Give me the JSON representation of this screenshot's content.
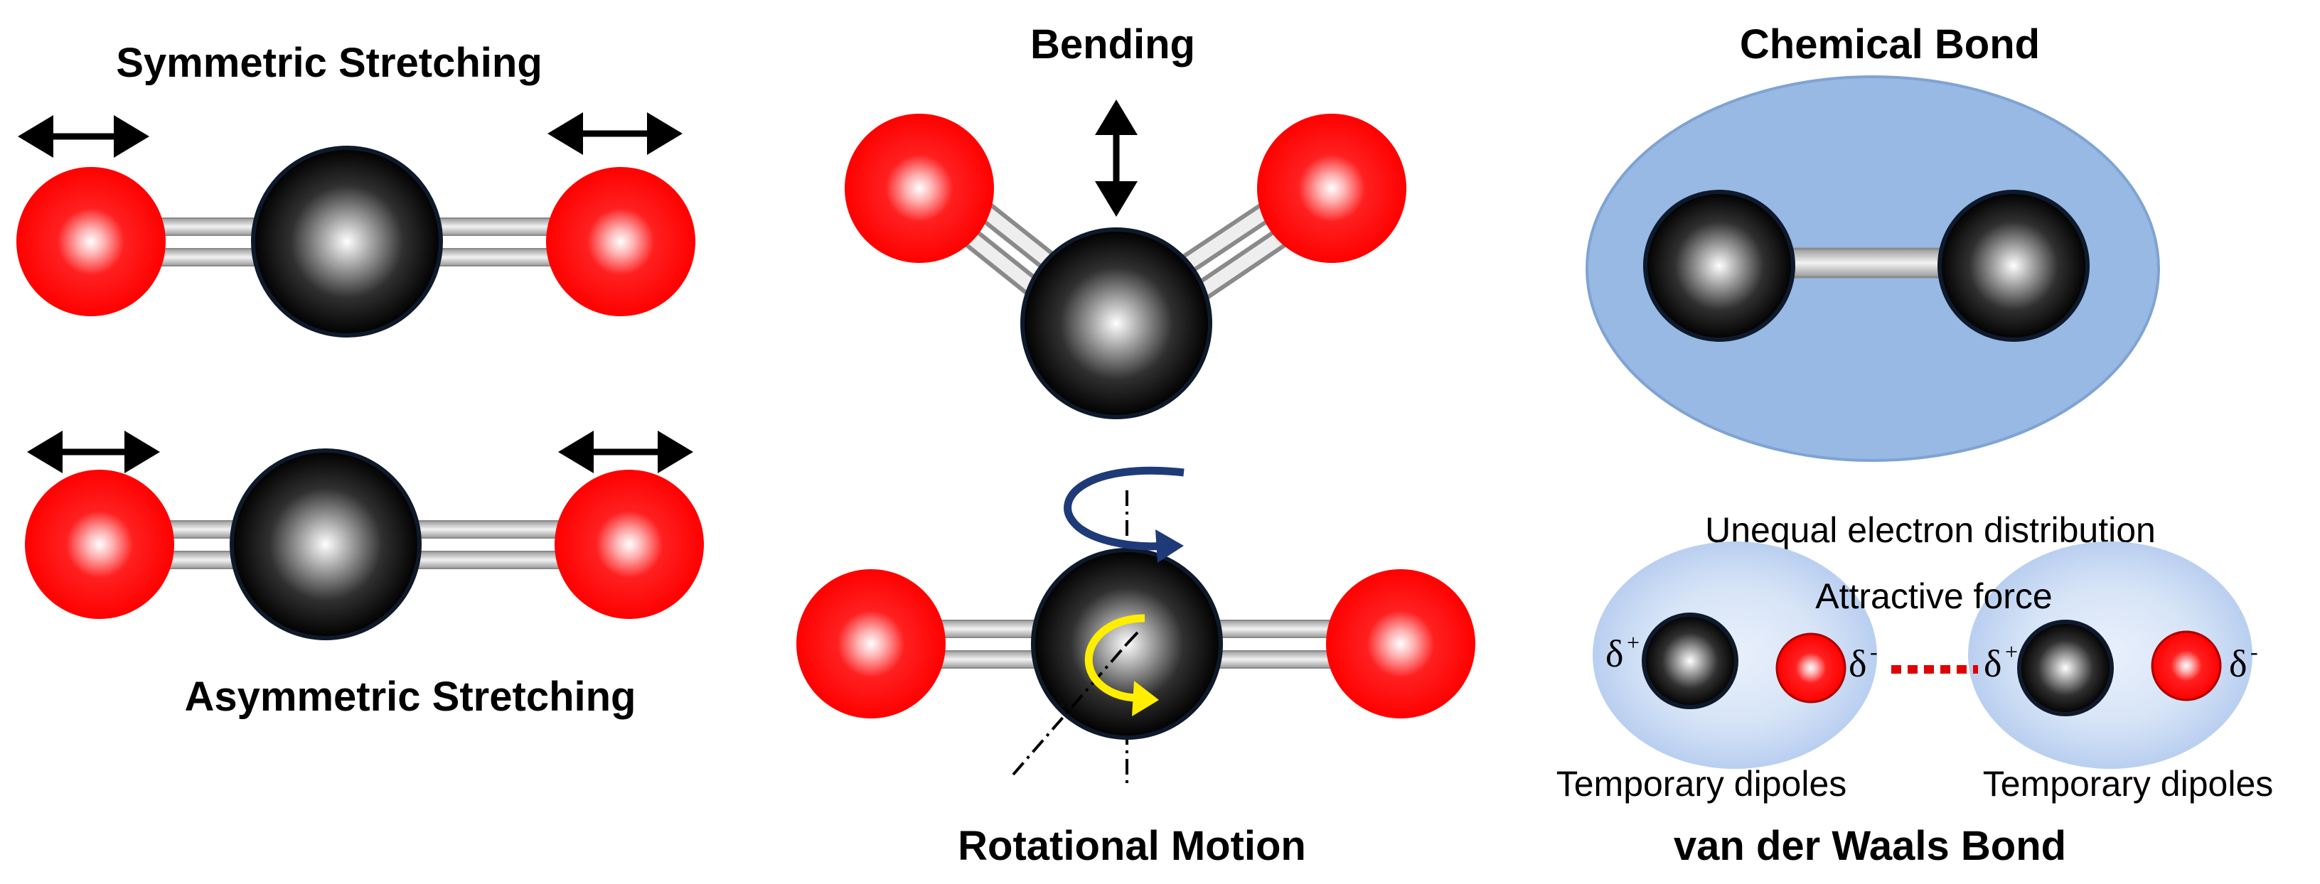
{
  "panels": {
    "symmetric": {
      "title": "Symmetric Stretching"
    },
    "asymmetric": {
      "title": "Asymmetric Stretching"
    },
    "bending": {
      "title": "Bending"
    },
    "rotational": {
      "title": "Rotational Motion"
    },
    "chemical_bond": {
      "title": "Chemical Bond"
    },
    "vdw": {
      "title": "van der Waals Bond",
      "top_label": "Unequal electron distribution",
      "force_label": "Attractive force",
      "left_caption": "Temporary dipoles",
      "right_caption": "Temporary dipoles",
      "delta_symbol": "δ",
      "plus": "+",
      "minus": "-"
    }
  },
  "colors": {
    "oxygen": "#ff0000",
    "carbon": "#000000",
    "carbon_outline": "#0e1a2b",
    "bond": "#d0d0d0",
    "cloud": "#8fb4e3",
    "rotation_outer_arrow": "#1f3a78",
    "rotation_inner_arrow": "#ffee00",
    "attractive_force_line": "#e00000"
  },
  "icons": [
    "double-headed-arrow-icon",
    "vertical-double-arrow-icon",
    "rotation-arrow-icon"
  ]
}
